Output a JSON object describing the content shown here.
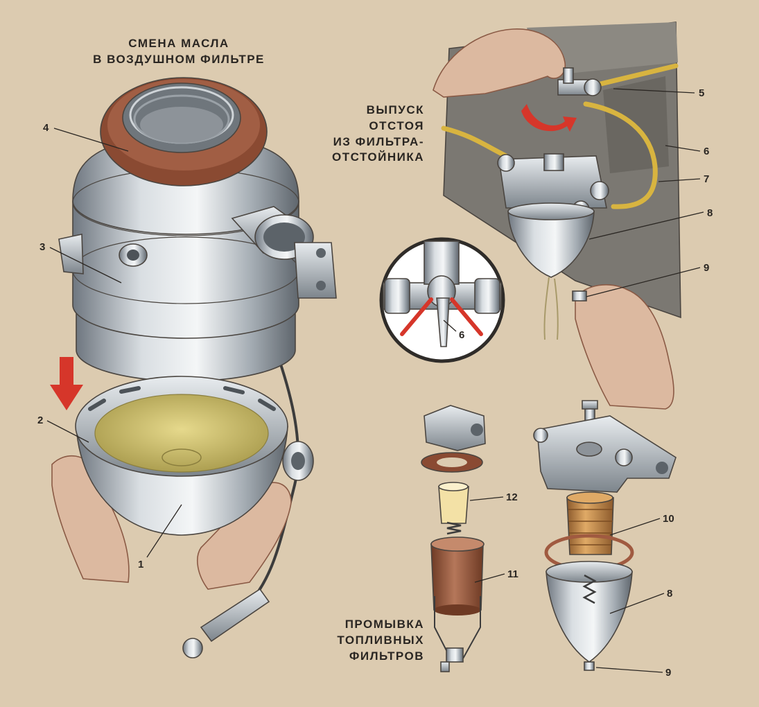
{
  "sections": {
    "air_filter": {
      "title_line1": "СМЕНА МАСЛА",
      "title_line2": "В ВОЗДУШНОМ ФИЛЬТРЕ"
    },
    "sediment_drain": {
      "title_lines": [
        "ВЫПУСК",
        "ОТСТОЯ",
        "ИЗ ФИЛЬТРА-",
        "ОТСТОЙНИКА"
      ]
    },
    "filter_flush": {
      "title_lines": [
        "ПРОМЫВКА",
        "ТОПЛИВНЫХ",
        "ФИЛЬТРОВ"
      ]
    }
  },
  "callouts": {
    "air_filter": [
      "4",
      "3",
      "2",
      "1"
    ],
    "sediment_drain": [
      "5",
      "6",
      "7",
      "8",
      "9"
    ],
    "inset": [
      "6"
    ],
    "flush_left": [
      "12",
      "11"
    ],
    "flush_right": [
      "10",
      "8",
      "9"
    ]
  },
  "colors": {
    "background": "#dccbb0",
    "metal": "#a9b0b6",
    "rubber": "#8a4a32",
    "oil": "#c9b96a",
    "fuel_line": "#d8b440",
    "arrow_red": "#d6362a",
    "engine_panel": "#7b7872",
    "brass": "#c48a4e"
  }
}
